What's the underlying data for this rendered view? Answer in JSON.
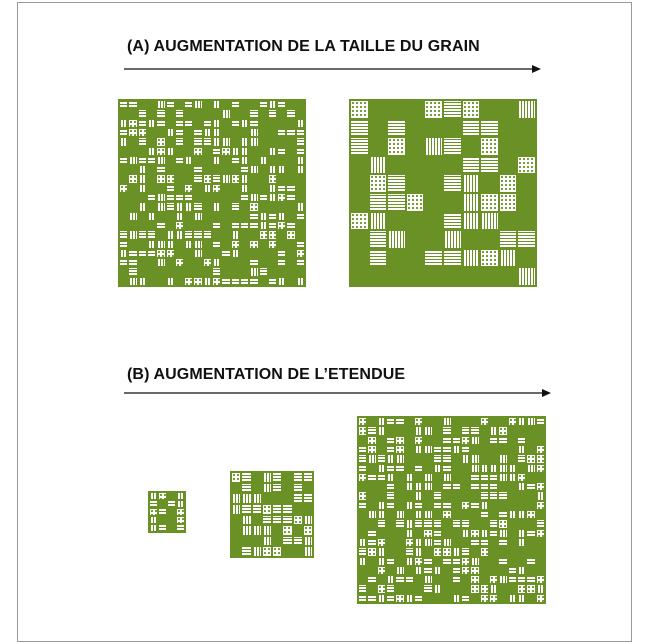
{
  "colors": {
    "green": "#6a9126",
    "text": "#111111",
    "frame": "#9a9a9a"
  },
  "panel_a": {
    "title": "(A) AUGMENTATION DE LA TAILLE DU GRAIN",
    "grids": [
      {
        "name": "fine-grain",
        "cols": 20,
        "rows": 20,
        "seed": 11,
        "white_ratio": 0.55
      },
      {
        "name": "coarse-grain",
        "cols": 10,
        "rows": 10,
        "seed": 29,
        "white_ratio": 0.5
      }
    ]
  },
  "panel_b": {
    "title": "(B) AUGMENTATION DE L’ETENDUE",
    "grids": [
      {
        "name": "small-extent",
        "cols": 4,
        "rows": 5,
        "seed": 5,
        "white_ratio": 0.55
      },
      {
        "name": "medium-extent",
        "cols": 8,
        "rows": 8,
        "seed": 17,
        "white_ratio": 0.55
      },
      {
        "name": "large-extent",
        "cols": 20,
        "rows": 20,
        "seed": 41,
        "white_ratio": 0.55
      }
    ]
  }
}
